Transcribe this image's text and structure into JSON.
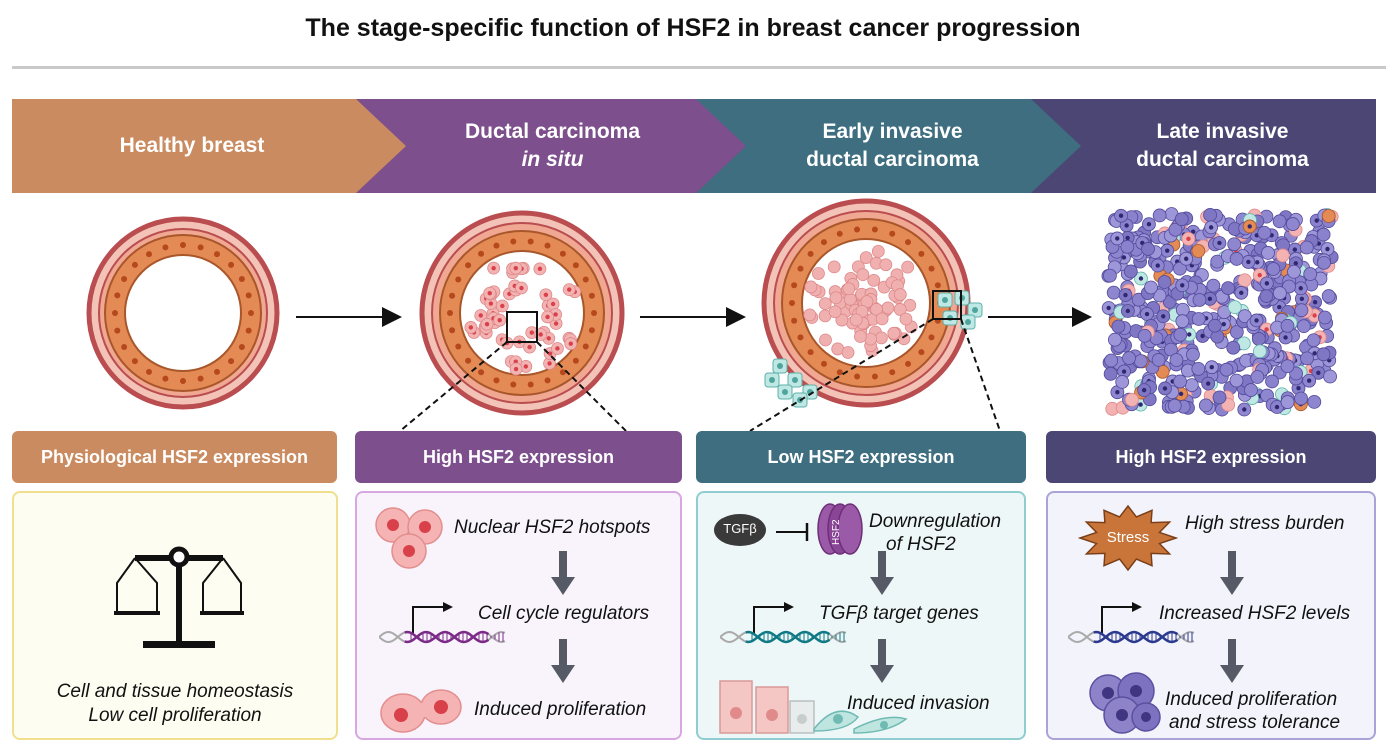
{
  "title": "The stage-specific function of HSF2 in breast cancer progression",
  "colors": {
    "healthy": "#c98b5f",
    "dcis": "#7d4f8c",
    "early": "#3e6e7f",
    "late": "#4c4675"
  },
  "stages": [
    {
      "line1": "Healthy breast",
      "line2": ""
    },
    {
      "line1": "Ductal carcinoma",
      "line2": "in situ"
    },
    {
      "line1": "Early invasive",
      "line2": "ductal carcinoma"
    },
    {
      "line1": "Late invasive",
      "line2": "ductal carcinoma"
    }
  ],
  "headers": [
    "Physiological HSF2 expression",
    "High HSF2 expression",
    "Low HSF2 expression",
    "High HSF2 expression"
  ],
  "panel1": {
    "line1": "Cell and tissue homeostasis",
    "line2": "Low cell proliferation"
  },
  "panel2": {
    "step1": "Nuclear HSF2 hotspots",
    "step2": "Cell cycle regulators",
    "step3": "Induced  proliferation"
  },
  "panel3": {
    "tgfb_label": "TGFβ",
    "hsf2_label": "HSF2",
    "step1_line1": "Downregulation",
    "step1_line2": "of HSF2",
    "step2": "TGFβ target genes",
    "step3": "Induced  invasion"
  },
  "panel4": {
    "stress_label": "Stress",
    "step1": "High stress burden",
    "step2": "Increased HSF2 levels",
    "step3_line1": "Induced  proliferation",
    "step3_line2": "and stress tolerance"
  }
}
